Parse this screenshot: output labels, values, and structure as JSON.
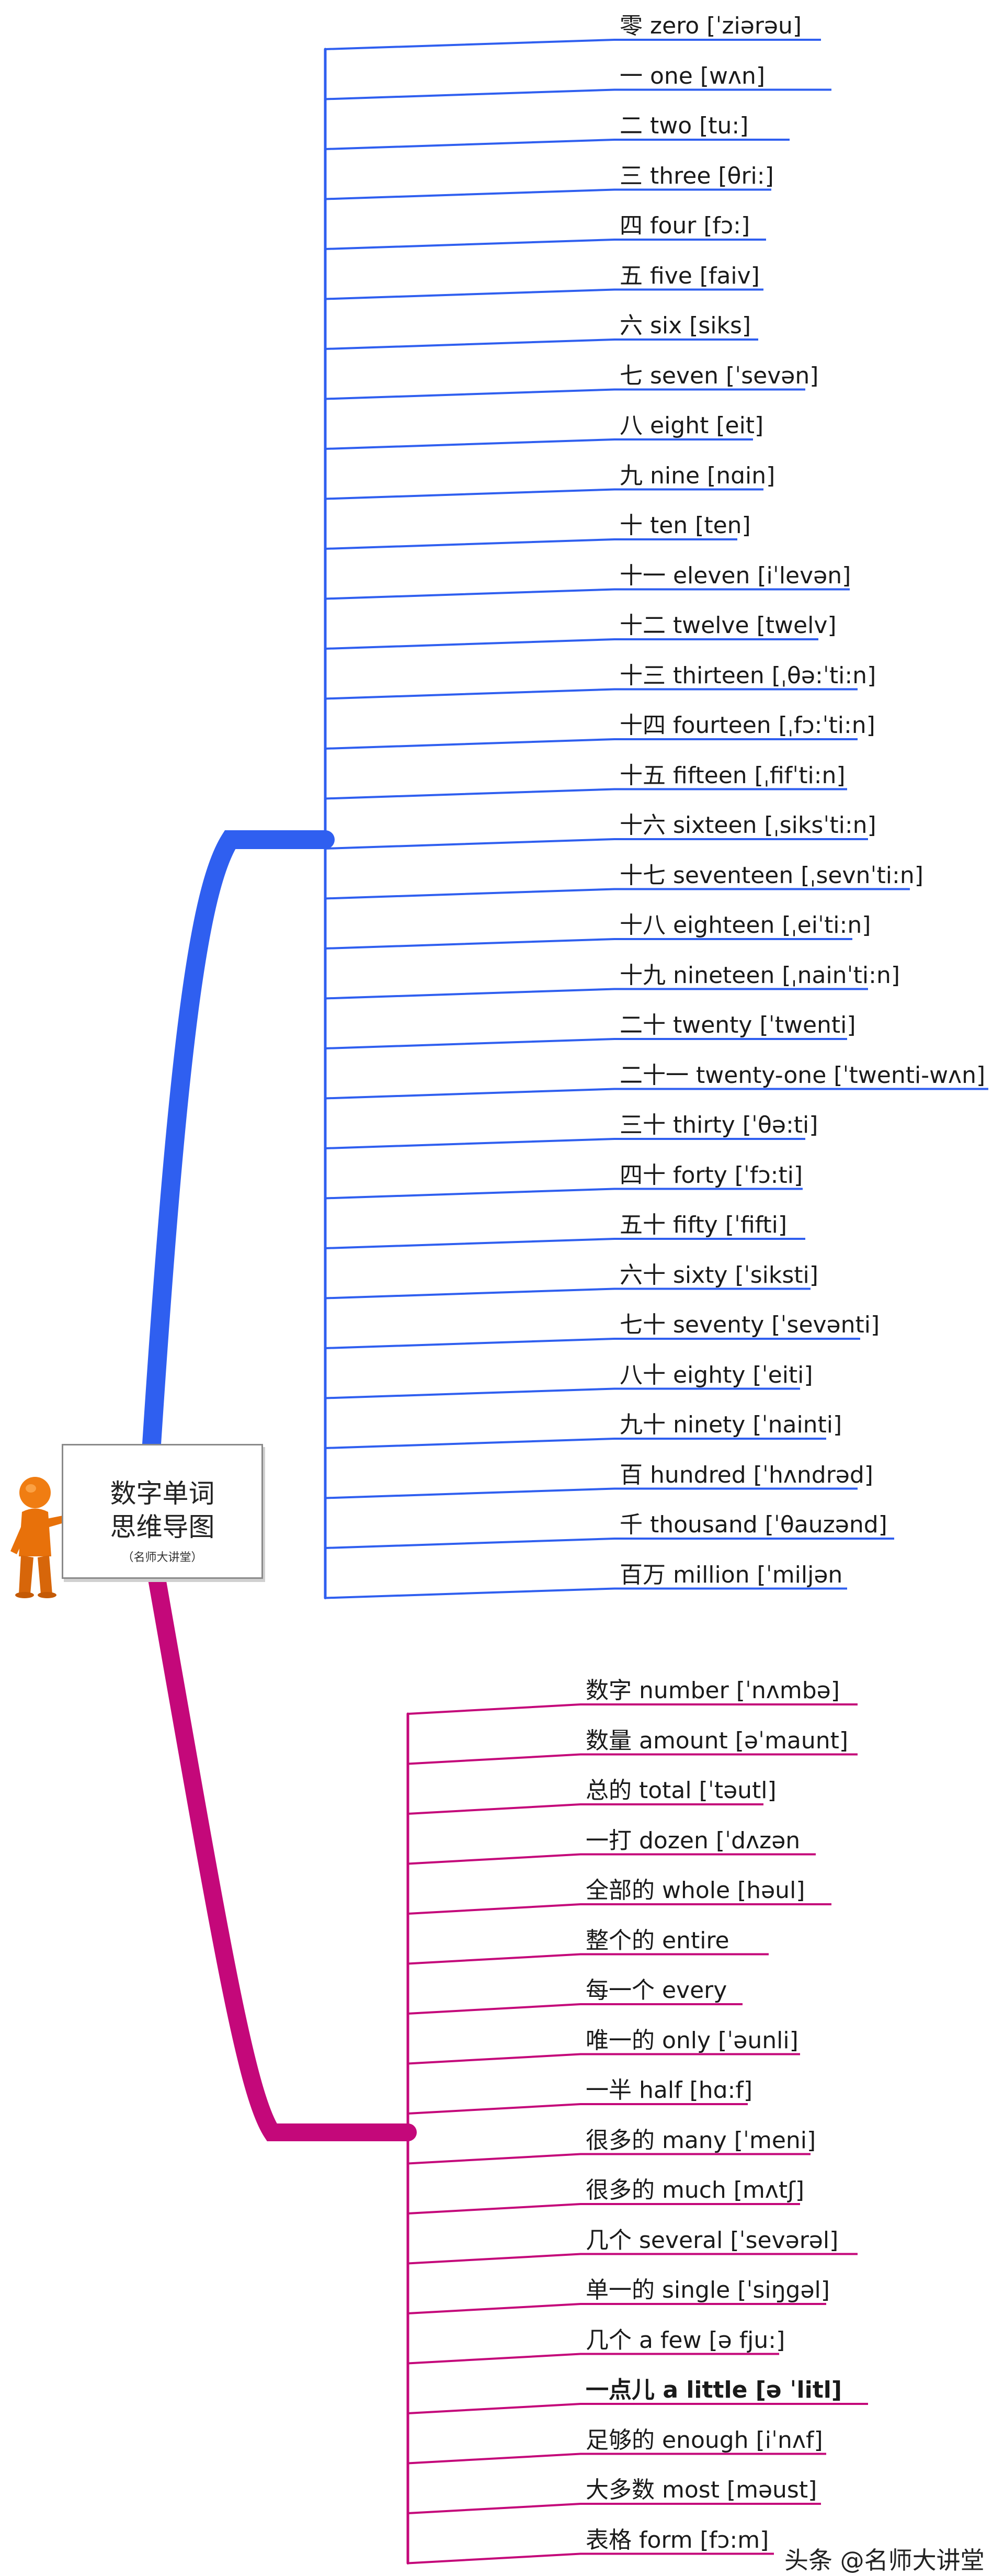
{
  "center": {
    "title_line1": "数字单词",
    "title_line2": "思维导图",
    "subtitle": "（名师大讲堂）",
    "icon": "presenter-figure-icon"
  },
  "branches": [
    {
      "name": "numbers",
      "color": "#2f5ff0",
      "items": [
        "零 zero [ˈziərəu]",
        "一 one [wʌn]",
        "二 two [tu:]",
        "三 three [θri:]",
        "四 four [fɔ:]",
        "五 five [faiv]",
        "六 six [siks]",
        "七 seven [ˈsevən]",
        "八 eight [eit]",
        "九 nine [nɑin]",
        "十 ten [ten]",
        "十一 eleven [iˈlevən]",
        "十二 twelve [twelv]",
        "十三 thirteen [ˌθə:ˈti:n]",
        "十四 fourteen [ˌfɔ:ˈti:n]",
        "十五 fifteen [ˌfifˈti:n]",
        "十六 sixteen [ˌsiksˈti:n]",
        "十七 seventeen [ˌsevnˈti:n]",
        "十八 eighteen [ˌeiˈti:n]",
        "十九 nineteen [ˌnainˈti:n]",
        "二十 twenty [ˈtwenti]",
        "二十一 twenty-one [ˈtwenti-wʌn]",
        "三十 thirty [ˈθə:ti]",
        "四十 forty [ˈfɔ:ti]",
        "五十 fifty [ˈfifti]",
        "六十 sixty [ˈsiksti]",
        "七十 seventy [ˈsevənti]",
        "八十 eighty [ˈeiti]",
        "九十 ninety [ˈnainti]",
        "百 hundred [ˈhʌndrəd]",
        "千 thousand [ˈθauzənd]",
        "百万 million [ˈmiljən"
      ]
    },
    {
      "name": "quantity-words",
      "color": "#c4087a",
      "items": [
        "数字 number [ˈnʌmbə]",
        "数量 amount [əˈmaunt]",
        "总的 total [ˈtəutl]",
        "一打 dozen [ˈdʌzən",
        "全部的 whole [həul]",
        "整个的 entire",
        "每一个 every",
        "唯一的 only [ˈəunli]",
        "一半 half [hɑ:f]",
        "很多的 many [ˈmeni]",
        "很多的 much [mʌtʃ]",
        "几个 several [ˈsevərəl]",
        "单一的 single [ˈsiŋgəl]",
        "几个 a few [ə fju:]",
        "一点儿 a little [ə ˈlitl]",
        "足够的 enough [iˈnʌf]",
        "大多数 most [məust]",
        "表格 form [fɔ:m]"
      ],
      "bold_index": 14
    }
  ],
  "watermark": "头条 @名师大讲堂"
}
